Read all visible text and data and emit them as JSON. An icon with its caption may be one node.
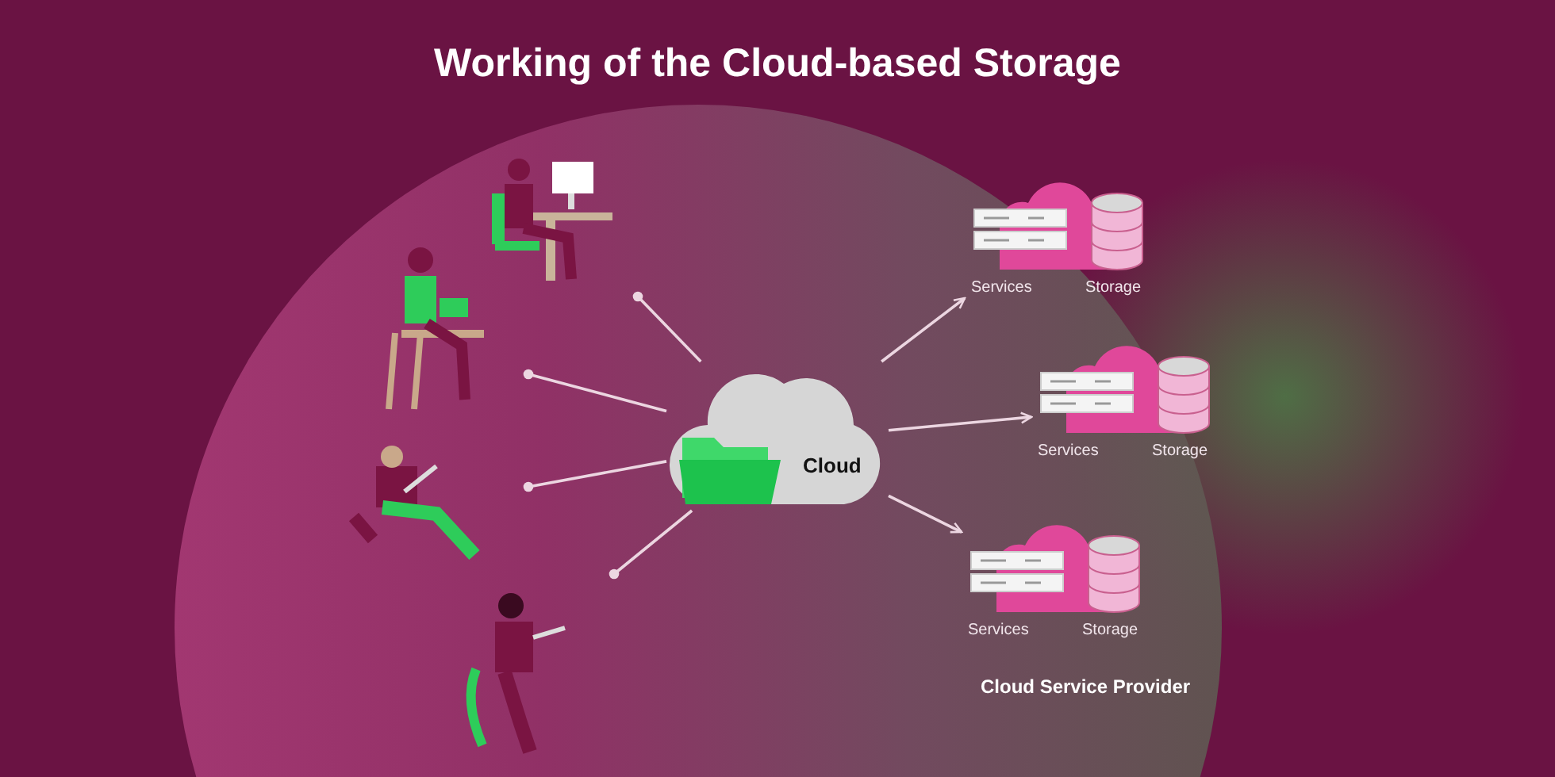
{
  "diagram": {
    "title": "Working of the Cloud-based Storage",
    "nodes": [
      {
        "text": [],
        "shape": "person"
      },
      {
        "text": [],
        "shape": "person"
      },
      {
        "text": [],
        "shape": "person"
      },
      {
        "text": [],
        "shape": "person"
      },
      {
        "text": [
          "Cloud"
        ]
      },
      {
        "text": [
          "Services",
          "Storage"
        ]
      },
      {
        "text": [
          "Services",
          "Storage"
        ]
      },
      {
        "text": [
          "Services",
          "Storage"
        ]
      }
    ],
    "edges": [
      {
        "from": 0,
        "to": 4,
        "arrow": "other"
      },
      {
        "from": 1,
        "to": 4,
        "arrow": "other"
      },
      {
        "from": 2,
        "to": 4,
        "arrow": "other"
      },
      {
        "from": 3,
        "to": 4,
        "arrow": "other"
      },
      {
        "from": 4,
        "to": 5,
        "arrow": "to"
      },
      {
        "from": 4,
        "to": 6,
        "arrow": "to"
      },
      {
        "from": 4,
        "to": 7,
        "arrow": "to"
      }
    ],
    "labels": [
      "Cloud Service Provider"
    ]
  }
}
